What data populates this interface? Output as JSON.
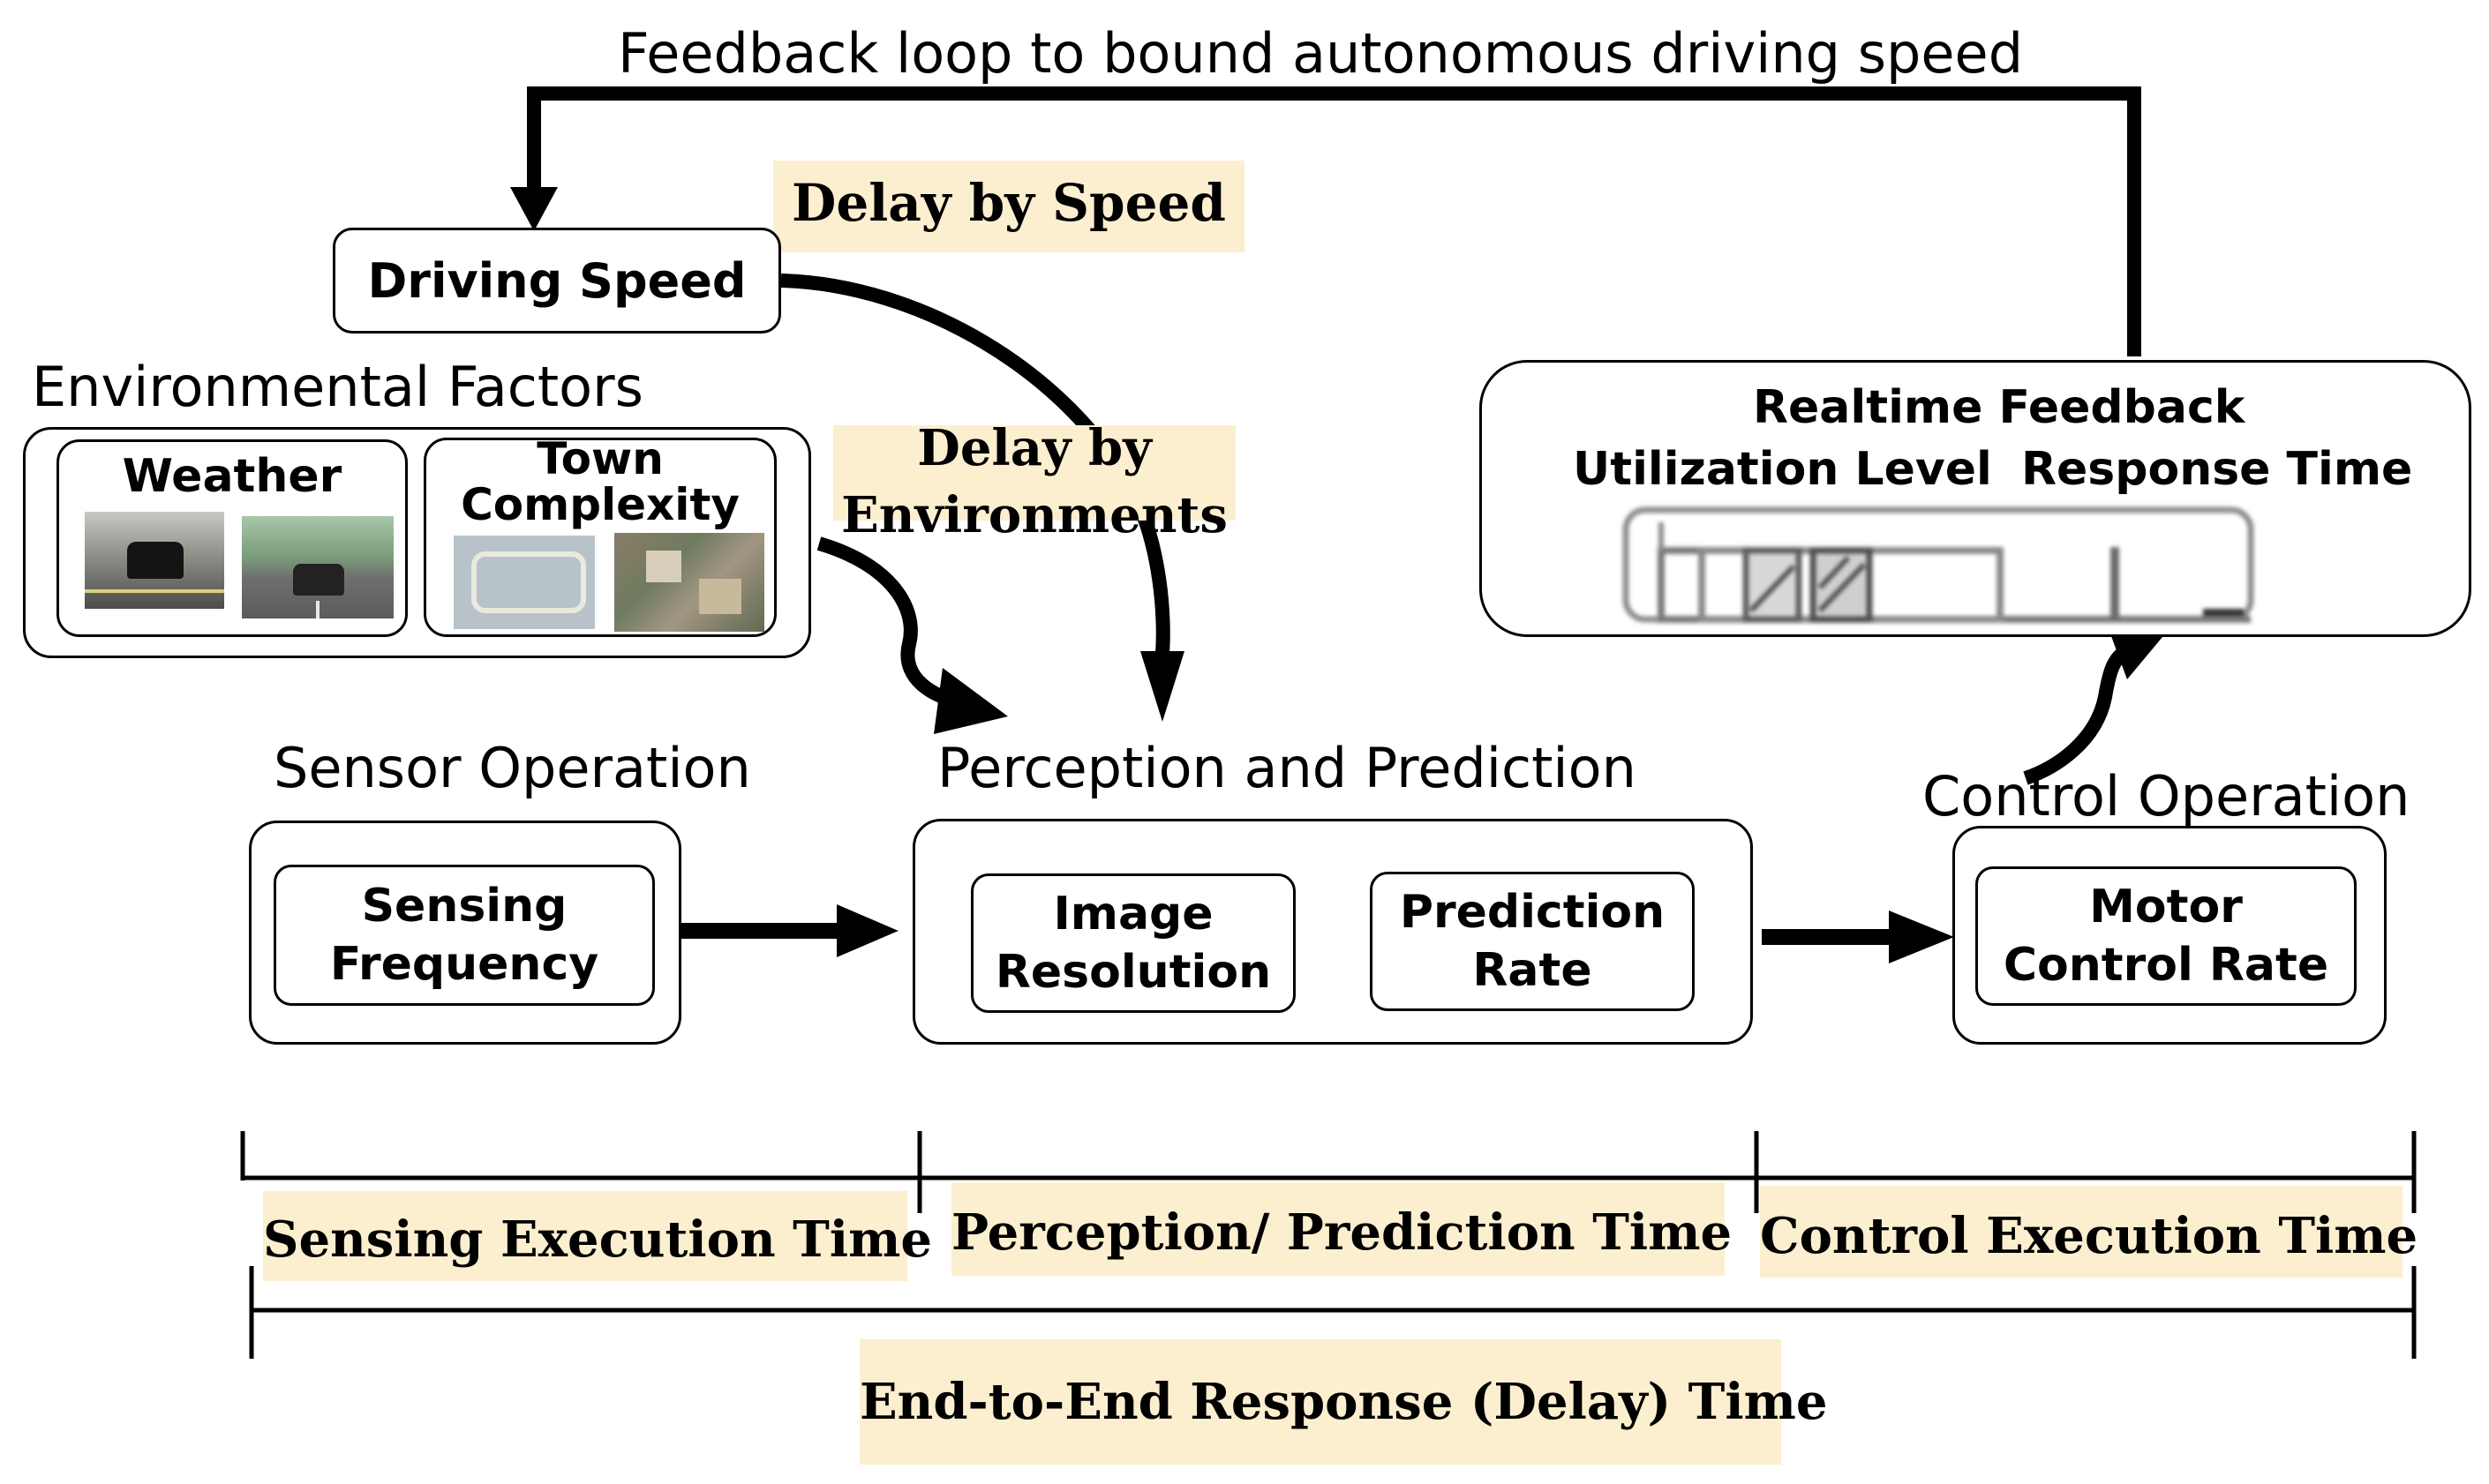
{
  "feedback_loop_label": "Feedback loop to bound autonomous driving speed",
  "driving_speed": "Driving Speed",
  "delay_by_speed": "Delay by  Speed",
  "delay_by_environments": [
    "Delay by",
    "Environments"
  ],
  "environmental_factors": {
    "title": "Environmental Factors",
    "weather": "Weather",
    "town_complexity": [
      "Town",
      "Complexity"
    ]
  },
  "realtime_feedback": {
    "title": "Realtime Feedback",
    "utilization_level": "Utilization Level",
    "response_time": "Response Time"
  },
  "sensor_operation": {
    "title": "Sensor Operation",
    "item": [
      "Sensing",
      "Frequency"
    ]
  },
  "perception_prediction": {
    "title": "Perception and Prediction",
    "image_resolution": [
      "Image",
      "Resolution"
    ],
    "prediction_rate": [
      "Prediction",
      "Rate"
    ]
  },
  "control_operation": {
    "title": "Control Operation",
    "item": [
      "Motor",
      "Control Rate"
    ]
  },
  "timeline": {
    "sensing_time": "Sensing Execution Time",
    "perception_time": "Perception/ Prediction Time",
    "control_time": "Control Execution Time",
    "end_to_end": "End-to-End Response (Delay) Time"
  },
  "colors": {
    "highlight": "#fcefcf",
    "stroke": "#000000"
  }
}
